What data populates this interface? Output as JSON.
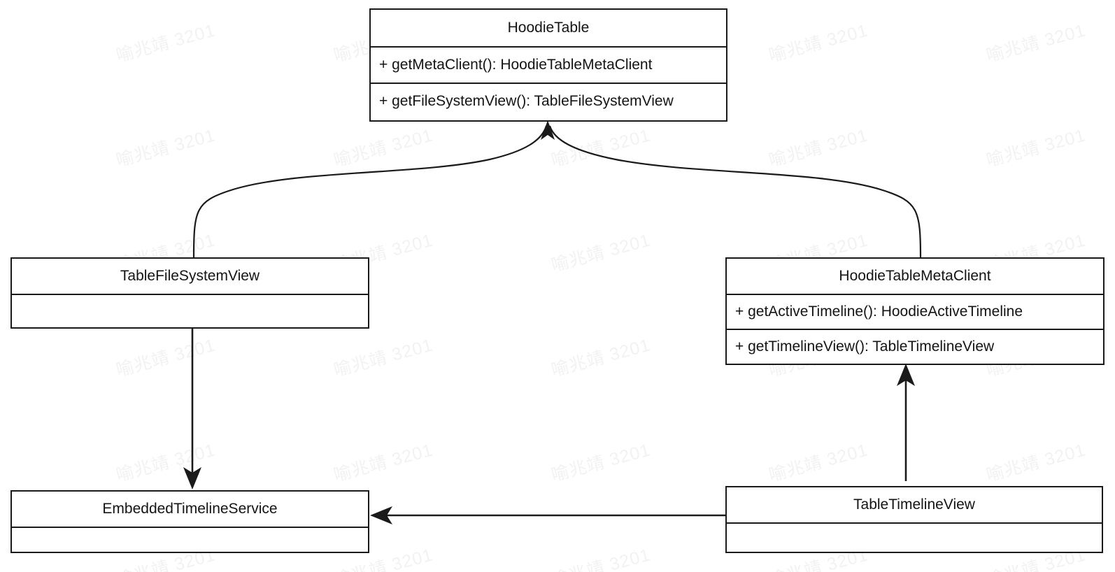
{
  "diagram": {
    "type": "uml-class-diagram",
    "background_color": "#ffffff",
    "line_color": "#1a1a1a",
    "text_color": "#141414"
  },
  "watermark": {
    "text": "喻兆靖 3201",
    "color": "#f2f2f2",
    "rotation_deg": -15
  },
  "classes": [
    {
      "id": "hoodie-table",
      "name": "HoodieTable",
      "members": [
        "+ getMetaClient(): HoodieTableMetaClient",
        "+ getFileSystemView(): TableFileSystemView"
      ]
    },
    {
      "id": "table-file-system-view",
      "name": "TableFileSystemView",
      "members": []
    },
    {
      "id": "hoodie-table-meta-client",
      "name": "HoodieTableMetaClient",
      "members": [
        "+ getActiveTimeline(): HoodieActiveTimeline",
        "+ getTimelineView(): TableTimelineView"
      ]
    },
    {
      "id": "embedded-timeline-service",
      "name": "EmbeddedTimelineService",
      "members": []
    },
    {
      "id": "table-timeline-view",
      "name": "TableTimelineView",
      "members": []
    }
  ],
  "connectors": [
    {
      "id": "tablefilesystemview-to-hoodietable",
      "from": "TableFileSystemView",
      "to": "HoodieTable",
      "style": "curved",
      "arrow": "filled-triangle"
    },
    {
      "id": "hoodietablemetaclient-to-hoodietable",
      "from": "HoodieTableMetaClient",
      "to": "HoodieTable",
      "style": "curved",
      "arrow": "filled-triangle"
    },
    {
      "id": "tablefilesystemview-to-embeddedtimelineservice",
      "from": "TableFileSystemView",
      "to": "EmbeddedTimelineService",
      "style": "straight-vertical",
      "arrow": "filled-triangle"
    },
    {
      "id": "tabletimelineview-to-hoodietablemetaclient",
      "from": "TableTimelineView",
      "to": "HoodieTableMetaClient",
      "style": "straight-vertical",
      "arrow": "filled-triangle"
    },
    {
      "id": "tabletimelineview-to-embeddedtimelineservice",
      "from": "TableTimelineView",
      "to": "EmbeddedTimelineService",
      "style": "straight-horizontal",
      "arrow": "filled-triangle"
    }
  ]
}
